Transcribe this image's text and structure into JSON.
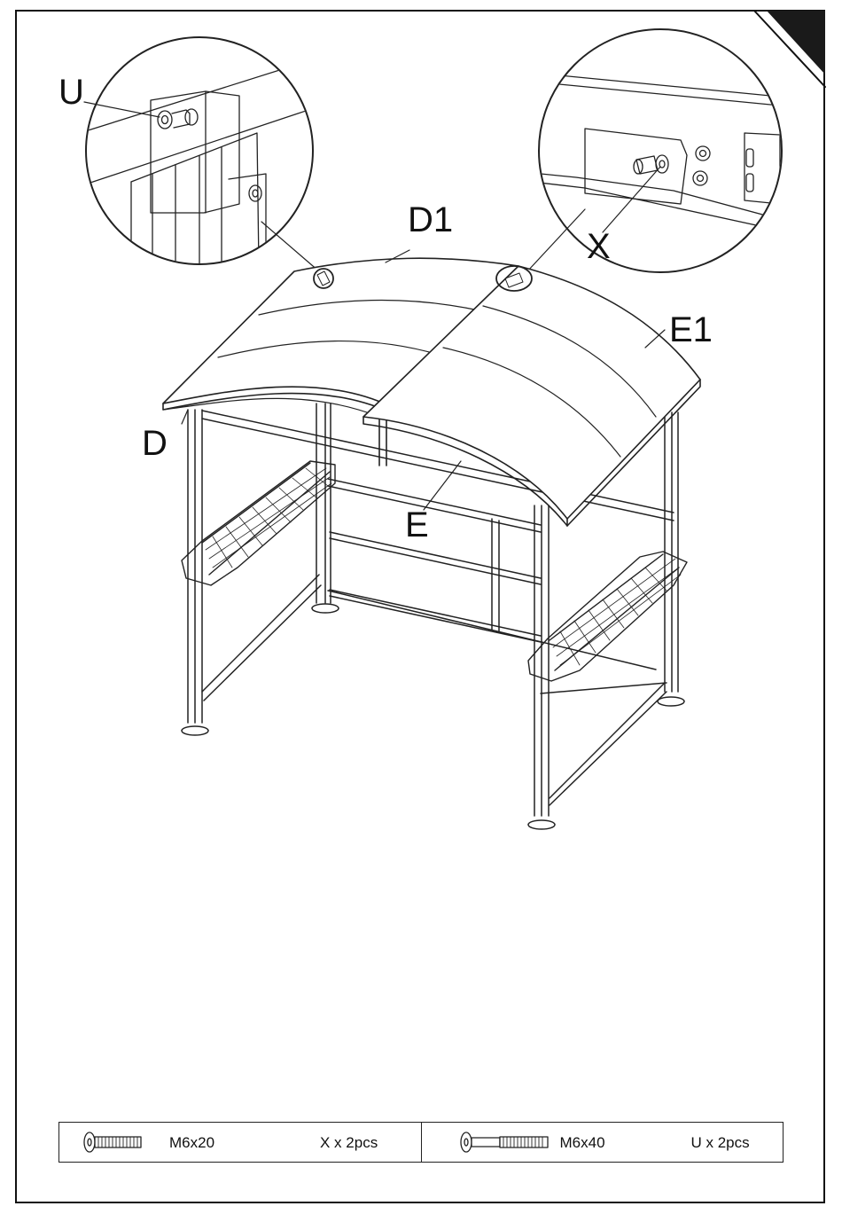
{
  "labels": {
    "u": "U",
    "x": "X",
    "d1": "D1",
    "e1": "E1",
    "d": "D",
    "e": "E"
  },
  "hardware": [
    {
      "icon": "bolt-short-icon",
      "size": "M6x20",
      "qty": "X x 2pcs"
    },
    {
      "icon": "bolt-long-icon",
      "size": "M6x40",
      "qty": "U x 2pcs"
    }
  ],
  "colors": {
    "line": "#222222",
    "corner_tab": "#1a1a1a",
    "background": "#ffffff"
  }
}
